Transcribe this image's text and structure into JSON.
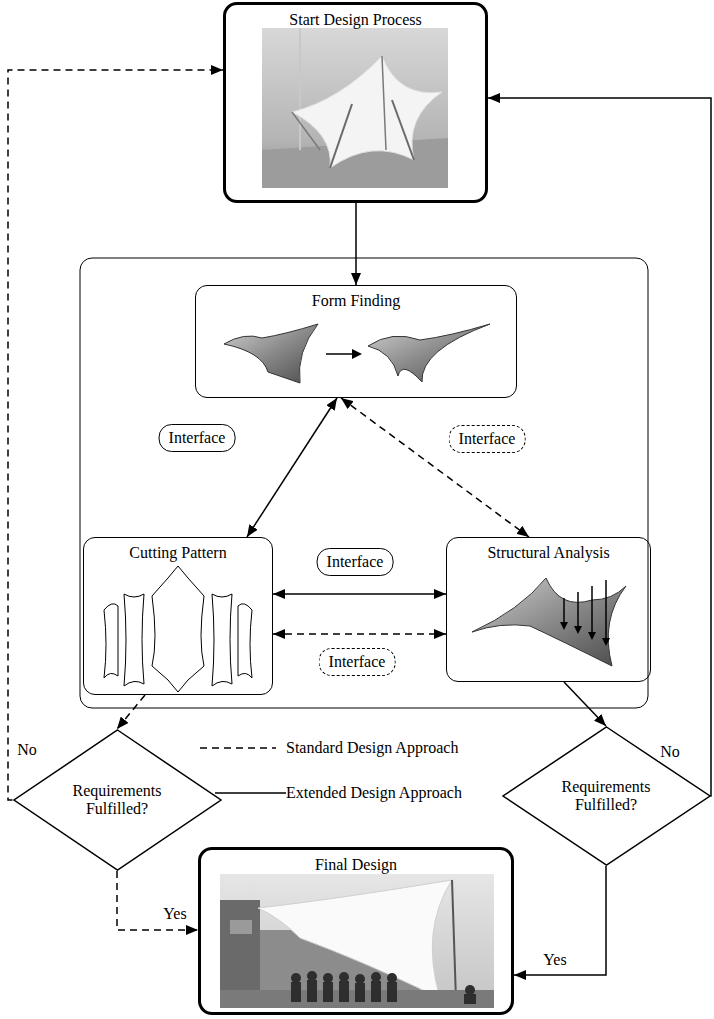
{
  "diagram": {
    "nodes": [
      {
        "text": [
          "Start Design Process"
        ]
      },
      {
        "text": [
          "Form Finding"
        ]
      },
      {
        "text": [
          "Cutting Pattern"
        ]
      },
      {
        "text": [
          "Structural Analysis"
        ]
      },
      {
        "text": [
          "Requirements Fulfilled?"
        ]
      },
      {
        "text": [
          "Requirements Fulfilled?"
        ]
      },
      {
        "text": [
          "Final Design"
        ]
      }
    ],
    "edges": [
      {
        "from": 0,
        "to": 1,
        "arrow": "to"
      },
      {
        "from": 1,
        "to": 2,
        "arrow": "both",
        "label": "Interface"
      },
      {
        "from": 1,
        "to": 3,
        "arrow": "both",
        "label": "Interface"
      },
      {
        "from": 2,
        "to": 3,
        "arrow": "both",
        "label": "Interface"
      },
      {
        "from": 2,
        "to": 3,
        "arrow": "both",
        "label": "Interface"
      },
      {
        "from": 2,
        "to": 4,
        "arrow": "to"
      },
      {
        "from": 3,
        "to": 5,
        "arrow": "to"
      },
      {
        "from": 4,
        "to": 6,
        "arrow": "to",
        "label": "Yes"
      },
      {
        "from": 5,
        "to": 6,
        "arrow": "to",
        "label": "Yes"
      },
      {
        "from": 4,
        "to": 0,
        "arrow": "to",
        "label": "No"
      },
      {
        "from": 5,
        "to": 0,
        "arrow": "to",
        "label": "No"
      }
    ],
    "legend": [
      {
        "text": "Standard Design Approach"
      },
      {
        "text": "Extended Design Approach"
      }
    ]
  }
}
